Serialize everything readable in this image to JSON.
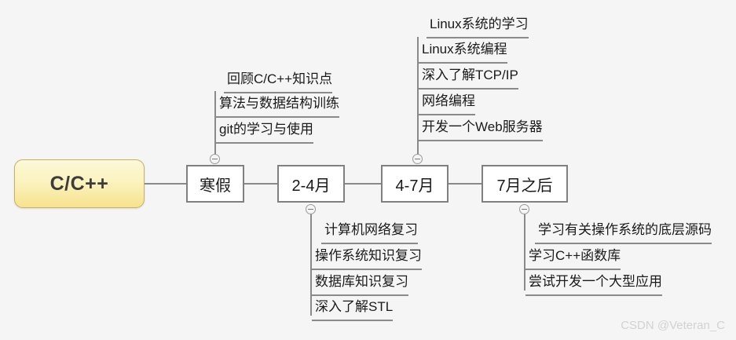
{
  "canvas": {
    "background": "#f5f5f5",
    "line_color": "#8a8a8a",
    "node_border": "#808080",
    "root_border": "#c9ae63",
    "root_fill_top": "#fdf8d8",
    "root_fill_bottom": "#f6e38d",
    "text_color": "#1a1a1a"
  },
  "root": {
    "label": "C/C++"
  },
  "branches": [
    {
      "id": "hanjia",
      "label": "寒假",
      "toggle_position": "top",
      "children_position": "above",
      "children": [
        {
          "label": "回顾C/C++知识点"
        },
        {
          "label": "算法与数据结构训练"
        },
        {
          "label": "git的学习与使用"
        }
      ]
    },
    {
      "id": "feb-apr",
      "label": "2-4月",
      "toggle_position": "bottom",
      "children_position": "below",
      "children": [
        {
          "label": "计算机网络复习"
        },
        {
          "label": "操作系统知识复习"
        },
        {
          "label": "数据库知识复习"
        },
        {
          "label": "深入了解STL"
        }
      ]
    },
    {
      "id": "apr-jul",
      "label": "4-7月",
      "toggle_position": "top",
      "children_position": "above",
      "children": [
        {
          "label": "Linux系统的学习"
        },
        {
          "label": "Linux系统编程"
        },
        {
          "label": "深入了解TCP/IP"
        },
        {
          "label": "网络编程"
        },
        {
          "label": "开发一个Web服务器"
        }
      ]
    },
    {
      "id": "after-jul",
      "label": "7月之后",
      "toggle_position": "bottom",
      "children_position": "below",
      "children": [
        {
          "label": "学习有关操作系统的底层源码"
        },
        {
          "label": "学习C++函数库"
        },
        {
          "label": "尝试开发一个大型应用"
        }
      ]
    }
  ],
  "watermark": {
    "text": "CSDN @Veteran_C"
  }
}
